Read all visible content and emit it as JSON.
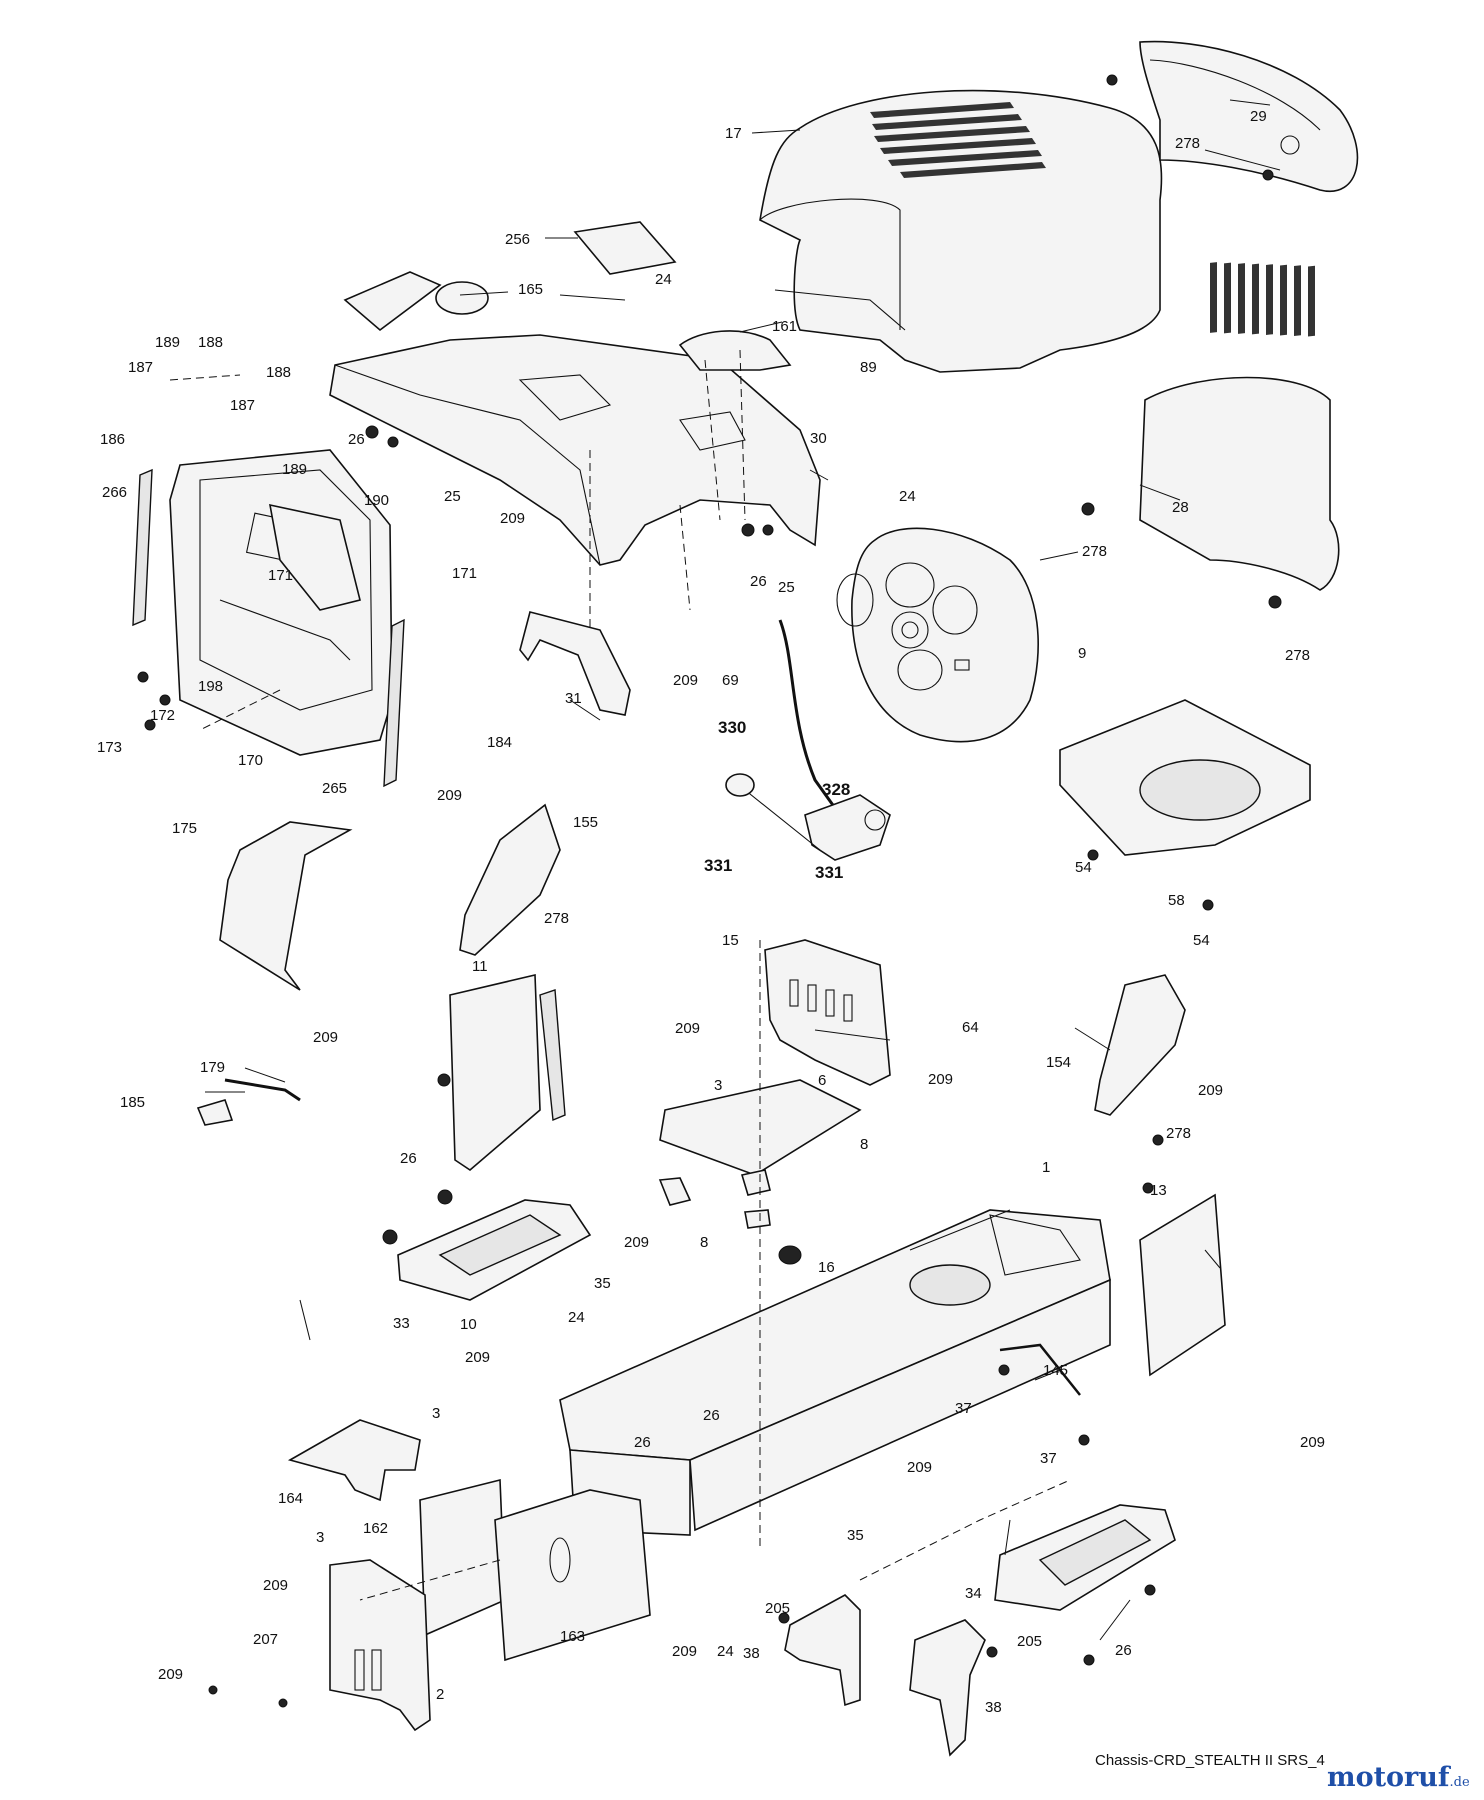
{
  "caption": "Chassis-CRD_STEALTH II SRS_4",
  "brand": {
    "name": "motoruf",
    "suffix": ".de"
  },
  "callouts": [
    {
      "id": "c17",
      "text": "17"
    },
    {
      "id": "c29",
      "text": "29"
    },
    {
      "id": "c278a",
      "text": "278"
    },
    {
      "id": "c256",
      "text": "256"
    },
    {
      "id": "c165",
      "text": "165"
    },
    {
      "id": "c24a",
      "text": "24"
    },
    {
      "id": "c161",
      "text": "161"
    },
    {
      "id": "c89",
      "text": "89"
    },
    {
      "id": "c189a",
      "text": "189"
    },
    {
      "id": "c188a",
      "text": "188"
    },
    {
      "id": "c187a",
      "text": "187"
    },
    {
      "id": "c188b",
      "text": "188"
    },
    {
      "id": "c187b",
      "text": "187"
    },
    {
      "id": "c186",
      "text": "186"
    },
    {
      "id": "c189b",
      "text": "189"
    },
    {
      "id": "c26a",
      "text": "26"
    },
    {
      "id": "c25a",
      "text": "25"
    },
    {
      "id": "c30",
      "text": "30"
    },
    {
      "id": "c24b",
      "text": "24"
    },
    {
      "id": "c266",
      "text": "266"
    },
    {
      "id": "c190",
      "text": "190"
    },
    {
      "id": "c209a",
      "text": "209"
    },
    {
      "id": "c171a",
      "text": "171"
    },
    {
      "id": "c171b",
      "text": "171"
    },
    {
      "id": "c26b",
      "text": "26"
    },
    {
      "id": "c25b",
      "text": "25"
    },
    {
      "id": "c28",
      "text": "28"
    },
    {
      "id": "c278b",
      "text": "278"
    },
    {
      "id": "c278c",
      "text": "278"
    },
    {
      "id": "c9",
      "text": "9"
    },
    {
      "id": "c198",
      "text": "198"
    },
    {
      "id": "c172",
      "text": "172"
    },
    {
      "id": "c173",
      "text": "173"
    },
    {
      "id": "c170",
      "text": "170"
    },
    {
      "id": "c31",
      "text": "31"
    },
    {
      "id": "c209b",
      "text": "209"
    },
    {
      "id": "c69",
      "text": "69"
    },
    {
      "id": "c184",
      "text": "184"
    },
    {
      "id": "c265",
      "text": "265"
    },
    {
      "id": "c330",
      "text": "330"
    },
    {
      "id": "c328",
      "text": "328"
    },
    {
      "id": "c209c",
      "text": "209"
    },
    {
      "id": "c155",
      "text": "155"
    },
    {
      "id": "c175",
      "text": "175"
    },
    {
      "id": "c331a",
      "text": "331"
    },
    {
      "id": "c331b",
      "text": "331"
    },
    {
      "id": "c54a",
      "text": "54"
    },
    {
      "id": "c58",
      "text": "58"
    },
    {
      "id": "c54b",
      "text": "54"
    },
    {
      "id": "c278d",
      "text": "278"
    },
    {
      "id": "c15",
      "text": "15"
    },
    {
      "id": "c11",
      "text": "11"
    },
    {
      "id": "c64",
      "text": "64"
    },
    {
      "id": "c209d",
      "text": "209"
    },
    {
      "id": "c209e",
      "text": "209"
    },
    {
      "id": "c3a",
      "text": "3"
    },
    {
      "id": "c6",
      "text": "6"
    },
    {
      "id": "c209f",
      "text": "209"
    },
    {
      "id": "c154",
      "text": "154"
    },
    {
      "id": "c209g",
      "text": "209"
    },
    {
      "id": "c179",
      "text": "179"
    },
    {
      "id": "c185",
      "text": "185"
    },
    {
      "id": "c278e",
      "text": "278"
    },
    {
      "id": "c8a",
      "text": "8"
    },
    {
      "id": "c26c",
      "text": "26"
    },
    {
      "id": "c1",
      "text": "1"
    },
    {
      "id": "c13",
      "text": "13"
    },
    {
      "id": "c209h",
      "text": "209"
    },
    {
      "id": "c8b",
      "text": "8"
    },
    {
      "id": "c35a",
      "text": "35"
    },
    {
      "id": "c16",
      "text": "16"
    },
    {
      "id": "c33",
      "text": "33"
    },
    {
      "id": "c10",
      "text": "10"
    },
    {
      "id": "c24c",
      "text": "24"
    },
    {
      "id": "c209i",
      "text": "209"
    },
    {
      "id": "c145",
      "text": "145"
    },
    {
      "id": "c26d",
      "text": "26"
    },
    {
      "id": "c37a",
      "text": "37"
    },
    {
      "id": "c3b",
      "text": "3"
    },
    {
      "id": "c26e",
      "text": "26"
    },
    {
      "id": "c209j",
      "text": "209"
    },
    {
      "id": "c37b",
      "text": "37"
    },
    {
      "id": "c209k",
      "text": "209"
    },
    {
      "id": "c164",
      "text": "164"
    },
    {
      "id": "c3c",
      "text": "3"
    },
    {
      "id": "c162",
      "text": "162"
    },
    {
      "id": "c35b",
      "text": "35"
    },
    {
      "id": "c34",
      "text": "34"
    },
    {
      "id": "c209l",
      "text": "209"
    },
    {
      "id": "c207",
      "text": "207"
    },
    {
      "id": "c163",
      "text": "163"
    },
    {
      "id": "c209m",
      "text": "209"
    },
    {
      "id": "c24d",
      "text": "24"
    },
    {
      "id": "c205a",
      "text": "205"
    },
    {
      "id": "c205b",
      "text": "205"
    },
    {
      "id": "c26f",
      "text": "26"
    },
    {
      "id": "c209n",
      "text": "209"
    },
    {
      "id": "c2",
      "text": "2"
    },
    {
      "id": "c38a",
      "text": "38"
    },
    {
      "id": "c38b",
      "text": "38"
    }
  ]
}
